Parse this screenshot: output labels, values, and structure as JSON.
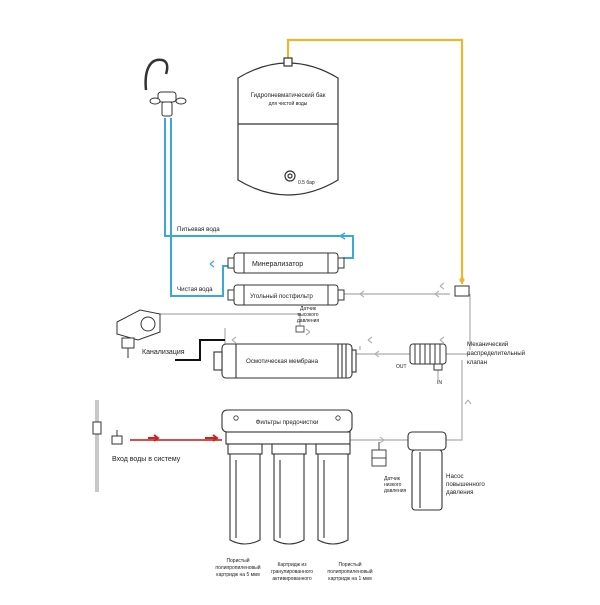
{
  "labels": {
    "tank_title_1": "Гидропневматический бак",
    "tank_title_2": "для чистой воды",
    "tank_pressure": "0.5 бар",
    "drinking_water": "Питьевая вода",
    "mineralizer": "Минерализатор",
    "clean_water": "Чистая вода",
    "carbon_postfilter": "Угольный постфильтр",
    "high_pressure_sensor_1": "Датчик",
    "high_pressure_sensor_2": "высокого",
    "high_pressure_sensor_3": "давления",
    "drain": "Канализация",
    "membrane": "Осмотическая мембрана",
    "out": "OUT",
    "in": "IN",
    "valve_1": "Механический",
    "valve_2": "распределительный",
    "valve_3": "клапан",
    "prefilters": "Фильтры предочистки",
    "inlet": "Вход воды в систему",
    "low_pressure_sensor_1": "Датчик",
    "low_pressure_sensor_2": "низкого",
    "low_pressure_sensor_3": "давления",
    "pump_1": "Насос",
    "pump_2": "повышенного",
    "pump_3": "давления",
    "cart1_1": "Пористый",
    "cart1_2": "полипропиленовый",
    "cart1_3": "картридж на 5 мкм",
    "cart2_1": "Картридж из",
    "cart2_2": "гранулированного",
    "cart2_3": "активированного",
    "cart3_1": "Пористый",
    "cart3_2": "полипропиленовый",
    "cart3_3": "картридж на 1 мкм"
  },
  "colors": {
    "clean_line": "#3aa9d6",
    "drinking_line": "#3aa9d6",
    "tank_line": "#e8b92a",
    "inlet_arrow": "#cc2222",
    "inlet_pipe": "#d0342c",
    "grey_pipe": "#b8b8b8",
    "outline": "#333333"
  }
}
